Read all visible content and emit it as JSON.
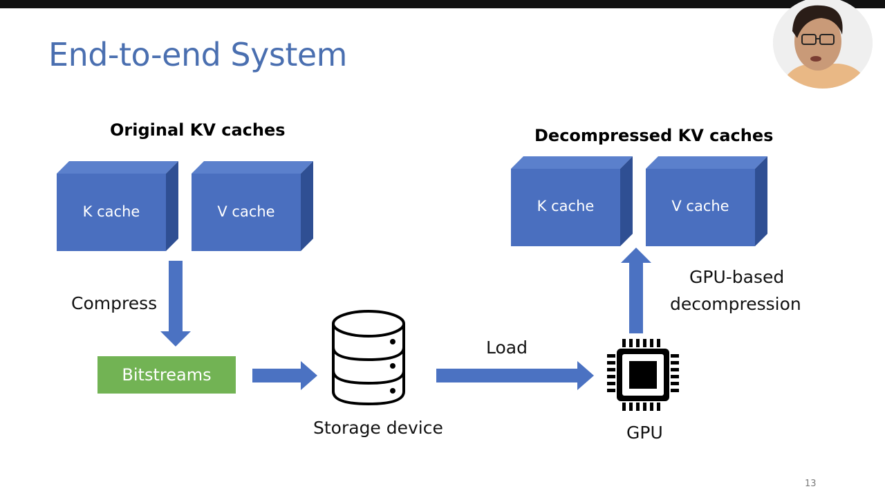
{
  "slide": {
    "title": "End-to-end System",
    "page_number": "13"
  },
  "diagram": {
    "original_heading": "Original KV caches",
    "decompressed_heading": "Decompressed KV caches",
    "original_k": "K cache",
    "original_v": "V cache",
    "decompressed_k": "K cache",
    "decompressed_v": "V cache",
    "compress_label": "Compress",
    "bitstreams_label": "Bitstreams",
    "storage_label": "Storage device",
    "load_label": "Load",
    "gpu_label": "GPU",
    "decompression_label_line1": "GPU-based",
    "decompression_label_line2": "decompression"
  },
  "colors": {
    "title": "#4a6fb0",
    "cube_front": "#4a6fbf",
    "cube_top": "#5b80cc",
    "cube_side": "#2f4f93",
    "arrow": "#4b72c2",
    "bitstreams": "#72b354"
  }
}
